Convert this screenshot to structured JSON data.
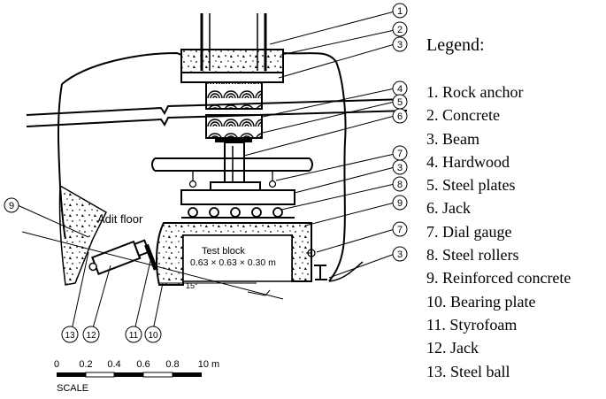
{
  "legend": {
    "title": "Legend:",
    "items": [
      "1. Rock anchor",
      "2. Concrete",
      "3. Beam",
      "4. Hardwood",
      "5. Steel plates",
      "6. Jack",
      "7. Dial gauge",
      "8. Steel rollers",
      "9. Reinforced concrete",
      "10. Bearing plate",
      "11. Styrofoam",
      "12. Jack",
      "13. Steel ball"
    ]
  },
  "diagram": {
    "adit_floor_label": "Adit floor",
    "test_block_label": "Test block",
    "test_block_dims": "0.63 × 0.63 × 0.30 m",
    "angle_label": "15°",
    "callouts": [
      "1",
      "2",
      "3",
      "4",
      "5",
      "6",
      "7",
      "3",
      "8",
      "9",
      "9",
      "7",
      "3",
      "13",
      "12",
      "11",
      "10"
    ],
    "scale": {
      "ticks": [
        "0",
        "0.2",
        "0.4",
        "0.6",
        "0.8",
        "10 m"
      ],
      "caption": "SCALE"
    }
  }
}
